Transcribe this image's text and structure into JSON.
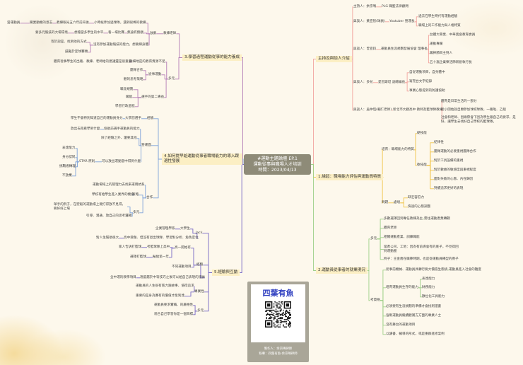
{
  "center": {
    "line1": "#運動主題論壇 EP.1",
    "line2": "運動從事與職場人才培訓",
    "line3": "時間：2023/04/13"
  },
  "colors": {
    "intro": "#f2a5a0",
    "branch1": "#f0c44a",
    "branch2": "#9fd089",
    "branch3": "#b47cb6",
    "branch4": "#7fa3da",
    "branch5": "#7767c6",
    "center": "#8e8b78"
  },
  "intro": {
    "label": "主持及與談人介紹",
    "nodes": [
      "主持人：余宗鳴",
      "PLG 職籃法律顧問",
      "與談人：黃宣智(球員)",
      "Youtuber 營運長",
      "過去在學生時代有運動經驗",
      "職場上的工作能力與人格特質",
      "與談人：曾宣鈞",
      "運動員生涯規劃發展協會 理事長",
      "台體大畢業、中華奧會教育委員",
      "運動專欄",
      "職棒節目主持人",
      "五十嵐企業樂活節新創執行長",
      "與談人：多兒",
      "愛因斯坦 副總編長",
      "自從運動項目，自身體中",
      "寫完台文字紀錄",
      "事業心態提到的防護協助",
      "與談人：吳仲恆(輔仁老師)",
      "新北市大觀高中 教師及籃球隊教練",
      "體育是日常生活的一部分",
      "從小開始就自願參加球校球隊，一路啦、乙組",
      "社會和老師、因緣際會下因為學生跟自己的要求，是好，讓學生去找好自己學校的籃球隊。"
    ]
  },
  "branch1": {
    "label": "1.緣起：職場能力評估與運動員特質",
    "nodes": [
      "培育：職場能力的特質",
      "硬技能",
      "軟技能",
      "紀律性",
      "團隊運動的必要重視團隊合作",
      "對於工具設備的重視",
      "對於數據的敏感度與重視程度",
      "面對失敗的心態、內在歸因",
      "持續追求更好的表現",
      "問題",
      "處境",
      "缺乏容忍力",
      "快速的心態調整"
    ]
  },
  "branch2": {
    "label": "2.運動員從事者的就業現況",
    "nodes": [
      "多元",
      "多數選擇回到專任教練為主",
      "需往運動產業轉戰",
      "體育老師",
      "相關運動產業、訓練職能",
      "當產公司、工地：因為有前導會有的底子，不見得回到運動圈",
      "例子：王金喬在職棒時期，也是從運動員轉型的例子",
      "考資格",
      "從事前機械、運動員具轉行要大價值生態統",
      "運動員進入社會的難度",
      "培育運動員生存的能力",
      "表達能力",
      "財務能力",
      "數位化工具能力",
      "必須要有生涯規劃的準備才會找到證書",
      "強制運動員繼續觀賞方方面的專業人士",
      "沒有舞台的運動項目",
      "以讀書、輔導的形式，或是重群進修案例"
    ]
  },
  "branch3": {
    "label": "3.學習過程運動從事的能力養成",
    "nodes": [
      "教練老師",
      "啟蒙",
      "小時候參加過球隊，遇到很棒的教練",
      "教練眼光五六年前背後",
      "職業動機的意志",
      "當運動員",
      "無論有無觀",
      "看一場比賽",
      "想擔當多學生的水平",
      "要多元競技的大場環境",
      "沒有參加運動競技的能力，想要練身體",
      "等於說是、找到他的方式",
      "鼓勵於定球賽類",
      "多元",
      "詳細地是的教育資源不足",
      "體育從事學生的出路、教練、老師給的建議還是很重要",
      "從事運動",
      "團隊合作",
      "觀的思考策略",
      "選手的第二專長",
      "職涯規劃",
      "職能",
      "學習行政過程"
    ]
  },
  "branch4": {
    "label": "4.如何提早給運動從事者職場能力的導入跟適性發展",
    "nodes": [
      "經驗",
      "大學訪選手",
      "學生不會特別知道自己的運動員身分",
      "營運面",
      "協助訪選手運動員的能力",
      "放出去再看學到什麼",
      "除了經驗之外、還要其他",
      "可以放出運動當中得到什麼",
      "STAR 原則",
      "表達能力",
      "身分認同",
      "挑戰者轉理",
      "不放棄",
      "合作",
      "運動場域上的管理力去找來運用抗系",
      "策略",
      "學校有給學生進入業界的機會",
      "多元",
      "舉手的例子，在宏毅的運動場上要打得放不見得，要好好上場",
      "引導、溝通、放自己的思考邏輯"
    ]
  },
  "branch5": {
    "label": "5.經驗與互動",
    "nodes": [
      "Jack",
      "大學生",
      "企業管理學系",
      "高中受傷、但沒有退出球隊、學習對分析、角色定位",
      "對人生幫助很大",
      "經驗",
      "高一開始有",
      "考籃球隊上高中",
      "家人告訴打籃球",
      "輸給第一年",
      "選擇打籃球",
      "不同運動項目",
      "適度屬於中等技巧之後可以給自己表現的證據",
      "全中運的教學項目",
      "專業性",
      "運動員的人生很有張力跟故事、值得追求",
      "重要的是身為應有的價值才能到達",
      "多元",
      "運動員要求實績、的嚴格性",
      "適合自己學習你是一個目標"
    ]
  },
  "card": {
    "title": "四葉有魚",
    "maker": "製作人：余宗鳴律師",
    "page": "粉專：四葉有魚-余宗鳴律師",
    "qr_icon": "qr-code"
  }
}
